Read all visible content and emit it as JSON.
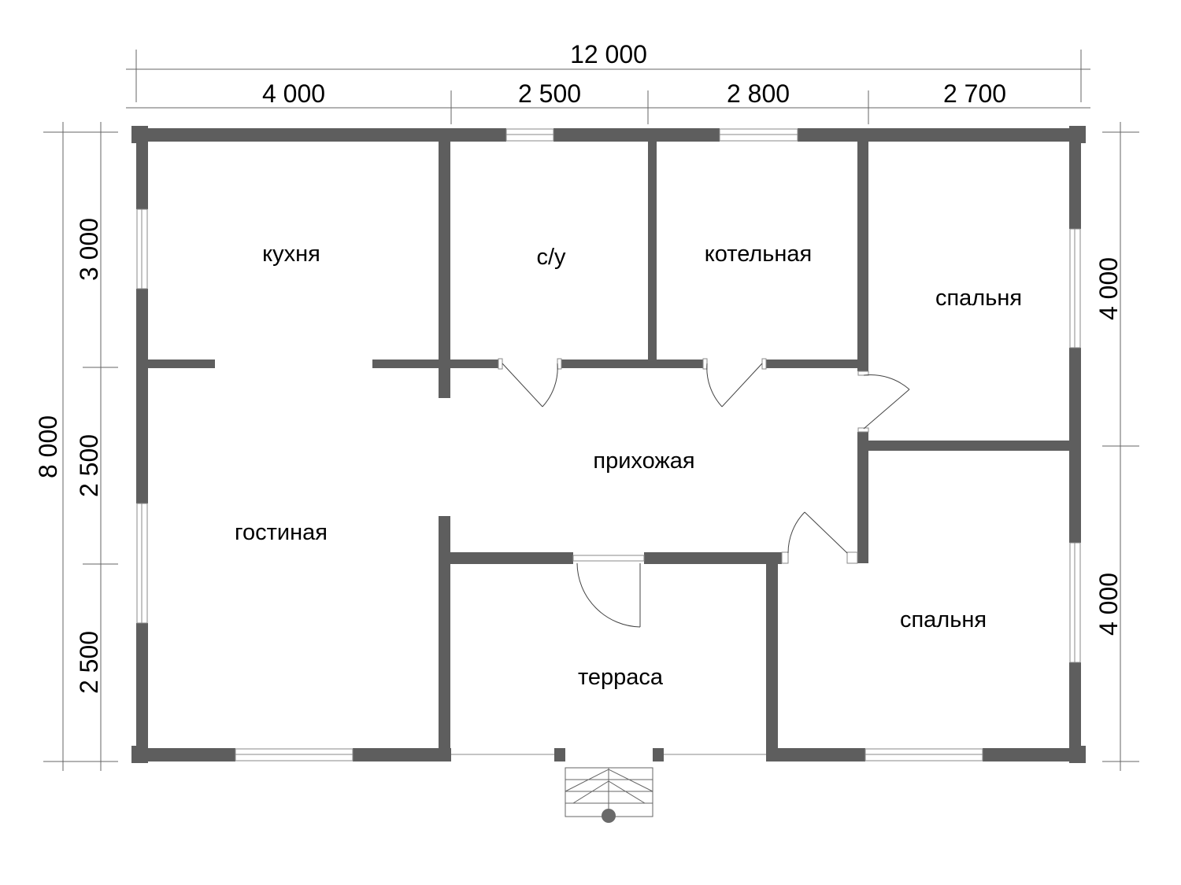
{
  "dimensions": {
    "total_width": "12 000",
    "segment_1": "4 000",
    "segment_2": "2 500",
    "segment_3": "2 800",
    "segment_4": "2 700",
    "total_height": "8 000",
    "left_1": "3 000",
    "left_2": "2 500",
    "left_3": "2 500",
    "right_1": "4 000",
    "right_2": "4 000"
  },
  "rooms": {
    "kitchen": "кухня",
    "bathroom": "с/у",
    "boiler": "котельная",
    "bedroom_top": "спальня",
    "hallway": "прихожая",
    "living": "гостиная",
    "terrace": "терраса",
    "bedroom_bottom": "спальня"
  },
  "colors": {
    "wall": "#5e5e5e",
    "dimension_line": "#666666",
    "background": "#ffffff"
  }
}
